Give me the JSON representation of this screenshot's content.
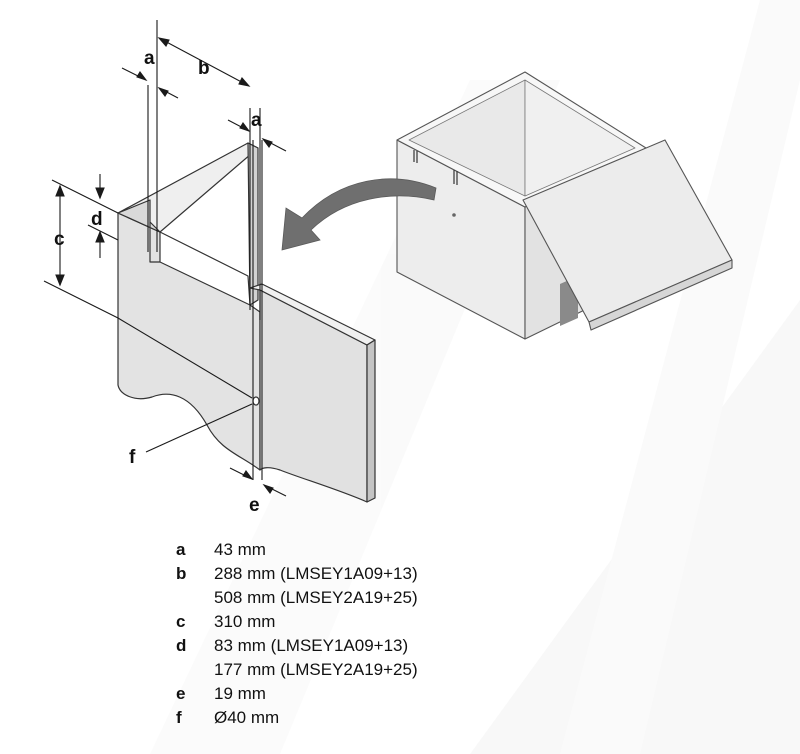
{
  "labels": {
    "a_left": "a",
    "a_right": "a",
    "b": "b",
    "c": "c",
    "d": "d",
    "e": "e",
    "f": "f"
  },
  "legend": [
    {
      "key": "a",
      "value": "43 mm"
    },
    {
      "key": "b",
      "value": "288 mm (LMSEY1A09+13)"
    },
    {
      "key": "",
      "value": "508 mm (LMSEY2A19+25)"
    },
    {
      "key": "c",
      "value": "310 mm"
    },
    {
      "key": "d",
      "value": "83 mm (LMSEY1A09+13)"
    },
    {
      "key": "",
      "value": "177 mm (LMSEY2A19+25)"
    },
    {
      "key": "e",
      "value": "19 mm"
    },
    {
      "key": "f",
      "value": "Ø40 mm"
    }
  ],
  "colors": {
    "panel_fill": "#e3e3e3",
    "panel_side": "#cccccc",
    "box_fill": "#f1f1f1",
    "box_side": "#e6e6e6",
    "arrow_fill": "#6f6f6f",
    "line": "#1a1a1a"
  }
}
